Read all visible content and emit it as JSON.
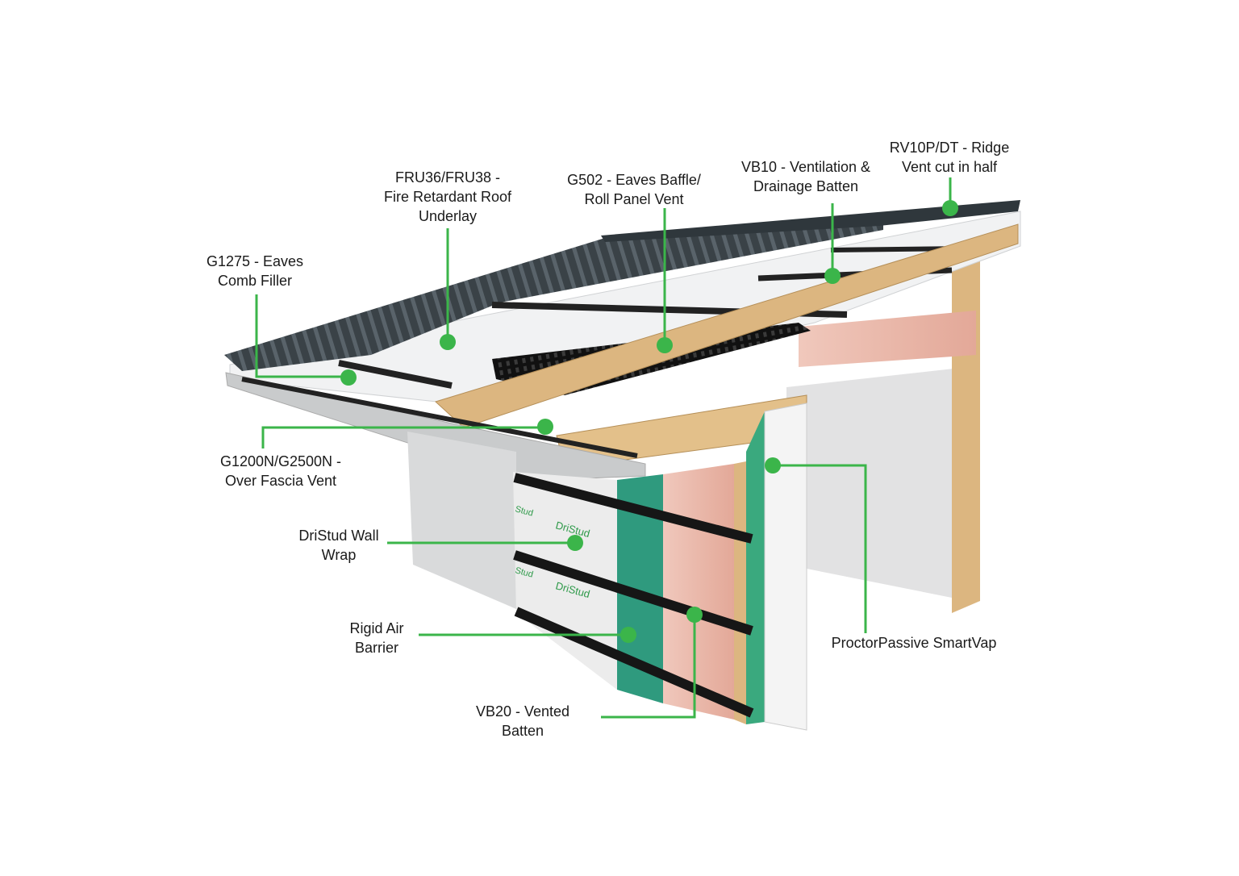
{
  "colors": {
    "leader": "#3bb54a",
    "roof_metal": "#3a4247",
    "timber": "#dcb680",
    "insulation": "#ecc0b4",
    "rigid_barrier": "#2f9a7e",
    "underlay": "#f1f2f3",
    "wall_board": "#d9dadb"
  },
  "callouts": [
    {
      "id": "g1275",
      "lines": [
        "G1275 - Eaves",
        "Comb Filler"
      ]
    },
    {
      "id": "fru36",
      "lines": [
        "FRU36/FRU38 -",
        "Fire Retardant Roof",
        "Underlay"
      ]
    },
    {
      "id": "g502",
      "lines": [
        "G502 - Eaves Baffle/",
        "Roll Panel Vent"
      ]
    },
    {
      "id": "vb10",
      "lines": [
        "VB10 - Ventilation &",
        "Drainage Batten"
      ]
    },
    {
      "id": "rv10p",
      "lines": [
        "RV10P/DT - Ridge",
        "Vent cut in half"
      ]
    },
    {
      "id": "g1200n",
      "lines": [
        "G1200N/G2500N -",
        "Over Fascia Vent"
      ]
    },
    {
      "id": "dristud",
      "lines": [
        "DriStud Wall",
        "Wrap"
      ]
    },
    {
      "id": "rigid",
      "lines": [
        "Rigid Air",
        "Barrier"
      ]
    },
    {
      "id": "vb20",
      "lines": [
        "VB20 - Vented",
        "Batten"
      ]
    },
    {
      "id": "smartvap",
      "lines": [
        "ProctorPassive SmartVap"
      ]
    }
  ],
  "brand_marks": [
    "DriStud",
    "DriStud",
    "Stud",
    "Stud"
  ]
}
